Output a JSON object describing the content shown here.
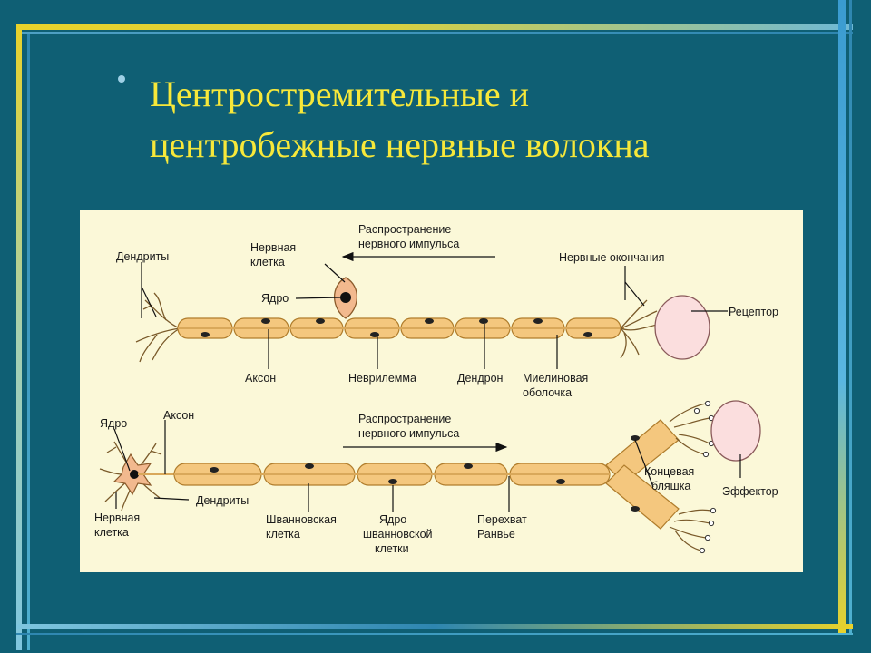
{
  "slide": {
    "title_line1": "Центростремительные и",
    "title_line2": "центробежные нервные волокна"
  },
  "diagram": {
    "top": {
      "propagation_line1": "Распространение",
      "propagation_line2": "нервного импульса",
      "dendrites": "Дендриты",
      "nerve_cell_line1": "Нервная",
      "nerve_cell_line2": "клетка",
      "nucleus": "Ядро",
      "nerve_endings": "Нервные окончания",
      "receptor": "Рецептор",
      "axon": "Аксон",
      "neurilemma": "Неврилемма",
      "dendron": "Дендрон",
      "myelin_line1": "Миелиновая",
      "myelin_line2": "оболочка"
    },
    "bottom": {
      "nucleus": "Ядро",
      "axon": "Аксон",
      "propagation_line1": "Распространение",
      "propagation_line2": "нервного импульса",
      "end_plate_line1": "Концевая",
      "end_plate_line2": "бляшка",
      "effector": "Эффектор",
      "dendrites": "Дендриты",
      "nerve_cell_line1": "Нервная",
      "nerve_cell_line2": "клетка",
      "schwann_line1": "Шванновская",
      "schwann_line2": "клетка",
      "schwann_nucleus_line1": "Ядро",
      "schwann_nucleus_line2": "шванновской",
      "schwann_nucleus_line3": "клетки",
      "ranvier_line1": "Перехват",
      "ranvier_line2": "Ранвье"
    }
  },
  "colors": {
    "background": "#0f5f74",
    "title": "#f7e83a",
    "panel": "#fbf8d8",
    "myelin": "#f4c77e",
    "cell_body": "#f2b98e",
    "receptor": "#fbdede"
  }
}
